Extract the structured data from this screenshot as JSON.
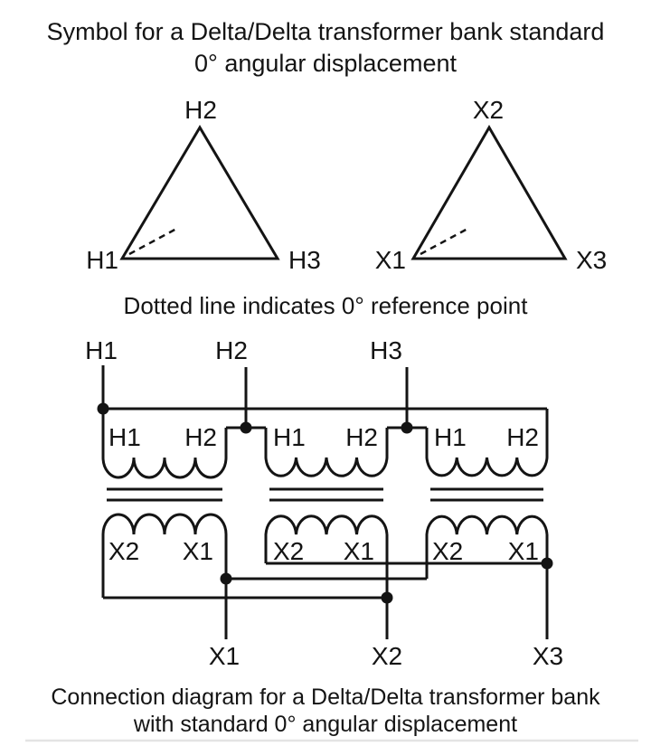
{
  "header": {
    "line1": "Symbol for a Delta/Delta transformer bank standard",
    "line2": "0° angular displacement"
  },
  "delta_symbols": {
    "primary": {
      "top": "H2",
      "bottom_left": "H1",
      "bottom_right": "H3"
    },
    "secondary": {
      "top": "X2",
      "bottom_left": "X1",
      "bottom_right": "X3"
    },
    "note": "Dotted line indicates 0° reference point"
  },
  "connection": {
    "primary_leads": [
      "H1",
      "H2",
      "H3"
    ],
    "secondary_leads": [
      "X1",
      "X2",
      "X3"
    ],
    "transformers": [
      {
        "primary_left": "H1",
        "primary_right": "H2",
        "secondary_left": "X2",
        "secondary_right": "X1"
      },
      {
        "primary_left": "H1",
        "primary_right": "H2",
        "secondary_left": "X2",
        "secondary_right": "X1"
      },
      {
        "primary_left": "H1",
        "primary_right": "H2",
        "secondary_left": "X2",
        "secondary_right": "X1"
      }
    ],
    "caption_line1": "Connection diagram for a Delta/Delta transformer bank",
    "caption_line2": "with standard 0° angular displacement"
  },
  "colors": {
    "line": "#141414",
    "background": "#ffffff"
  }
}
